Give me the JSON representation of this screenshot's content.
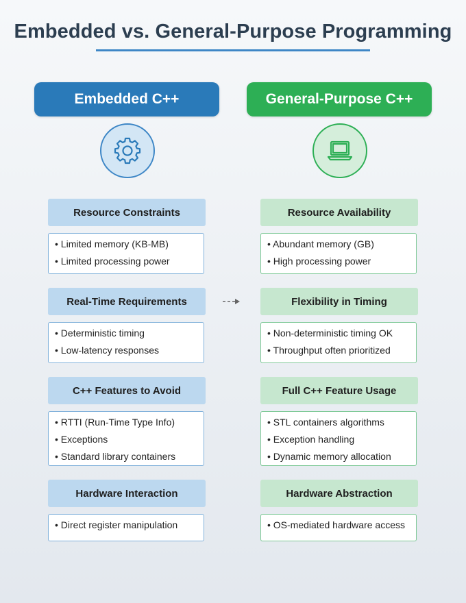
{
  "title": "Embedded vs. General-Purpose Programming",
  "colors": {
    "embedded_accent": "#2a7ab9",
    "general_accent": "#2daf55",
    "embedded_section_bg": "#bcd8ef",
    "general_section_bg": "#c6e7cf"
  },
  "columns": {
    "embedded": {
      "header": "Embedded C++",
      "icon": "gear-icon",
      "sections": [
        {
          "title": "Resource Constraints",
          "items": [
            "• Limited memory (KB-MB)",
            "• Limited processing power"
          ]
        },
        {
          "title": "Real-Time Requirements",
          "items": [
            "• Deterministic timing",
            "• Low-latency responses"
          ]
        },
        {
          "title": "C++ Features to Avoid",
          "items": [
            "• RTTI (Run-Time Type Info)",
            "• Exceptions",
            "• Standard library containers"
          ]
        },
        {
          "title": "Hardware Interaction",
          "items": [
            "• Direct register manipulation"
          ]
        }
      ]
    },
    "general": {
      "header": "General-Purpose C++",
      "icon": "laptop-icon",
      "sections": [
        {
          "title": "Resource Availability",
          "items": [
            "• Abundant memory (GB)",
            "• High processing power"
          ]
        },
        {
          "title": "Flexibility in Timing",
          "items": [
            "• Non-deterministic timing OK",
            "• Throughput often prioritized"
          ]
        },
        {
          "title": "Full C++ Feature Usage",
          "items": [
            "• STL containers algorithms",
            "• Exception handling",
            "• Dynamic memory allocation"
          ]
        },
        {
          "title": "Hardware Abstraction",
          "items": [
            "• OS-mediated hardware access"
          ]
        }
      ]
    }
  },
  "connector": "dashed-arrow-icon"
}
